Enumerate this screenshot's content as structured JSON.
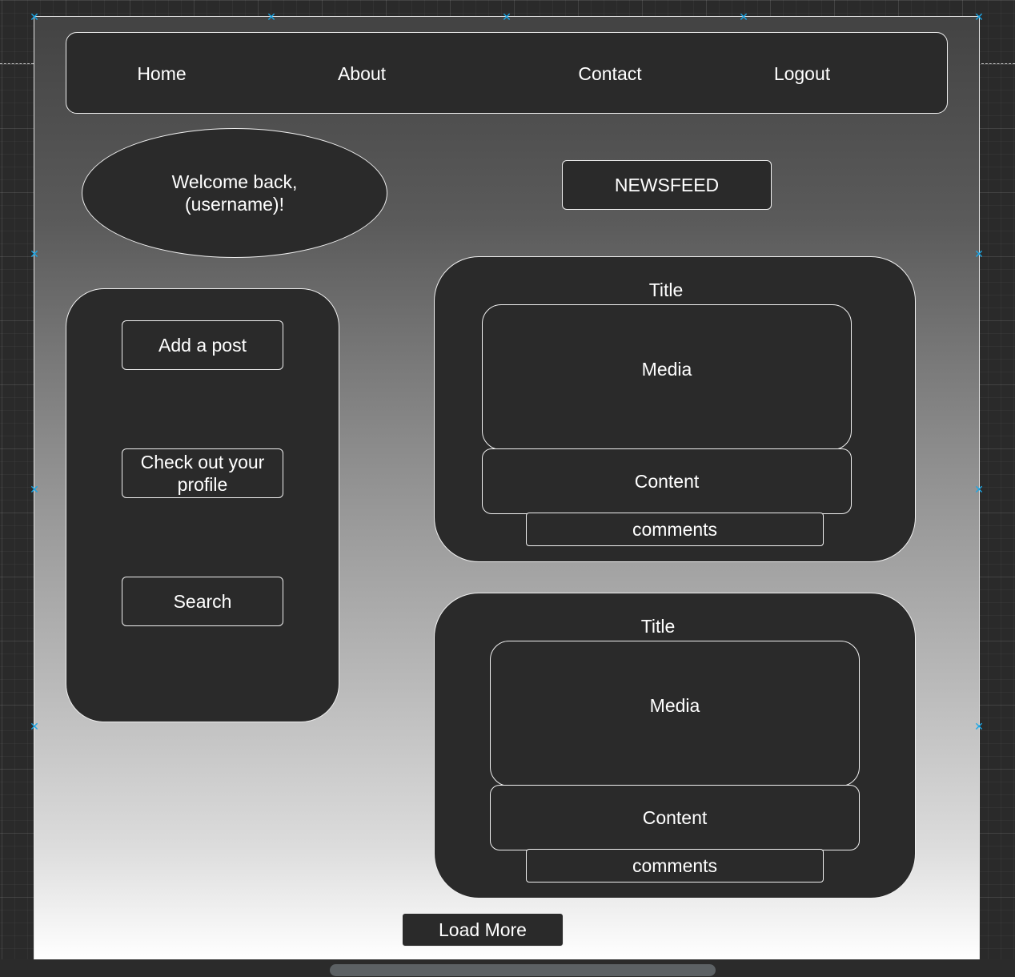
{
  "nav": {
    "items": [
      "Home",
      "About",
      "Contact",
      "Logout"
    ]
  },
  "welcome": {
    "line1": "Welcome back,",
    "line2": "(username)!"
  },
  "newsfeed_label": "NEWSFEED",
  "sidebar": {
    "add_post": "Add a post",
    "profile_line1": "Check out your",
    "profile_line2": "profile",
    "search": "Search"
  },
  "posts": [
    {
      "title": "Title",
      "media": "Media",
      "content": "Content",
      "comments": "comments"
    },
    {
      "title": "Title",
      "media": "Media",
      "content": "Content",
      "comments": "comments"
    }
  ],
  "load_more": "Load More",
  "colors": {
    "shape_fill": "#2a2a2a",
    "shape_stroke": "#f0f0f0",
    "selection_handle": "#1aa7e8"
  }
}
